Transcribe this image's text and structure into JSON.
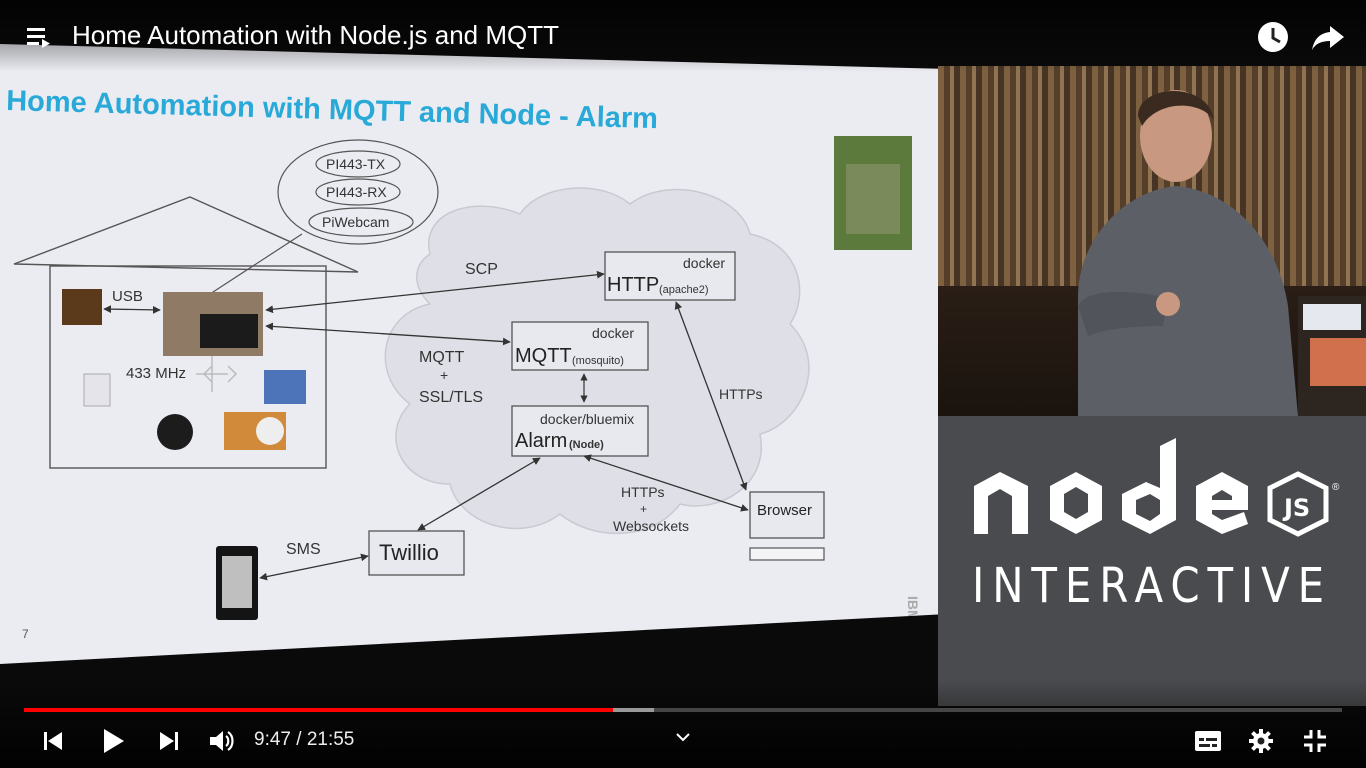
{
  "video": {
    "title": "Home Automation with Node.js and MQTT",
    "current_time": "9:47",
    "separator": " / ",
    "duration": "21:55",
    "progress_fraction": 0.447,
    "buffer_fraction": 0.478
  },
  "slide": {
    "heading": "Home Automation with MQTT and Node - Alarm",
    "page_number": "7",
    "vendor_mark": "IBM",
    "labels": {
      "pi_tx": "PI443-TX",
      "pi_rx": "PI443-RX",
      "pi_webcam": "PiWebcam",
      "usb": "USB",
      "mhz": "433 MHz",
      "scp": "SCP",
      "mqtt": "MQTT",
      "plus1": "+",
      "ssl": "SSL/TLS",
      "docker1": "docker",
      "http": "HTTP",
      "apache": "(apache2)",
      "docker2": "docker",
      "mqtt_box": "MQTT",
      "mosquito": "(mosquito)",
      "docker_bluemix": "docker/bluemix",
      "alarm": "Alarm",
      "node": "(Node)",
      "https1": "HTTPs",
      "https2": "HTTPs",
      "plus2": "+",
      "websockets": "Websockets",
      "browser": "Browser",
      "sms": "SMS",
      "twillio": "Twillio"
    }
  },
  "event_logo": {
    "word": "node",
    "js": "JS",
    "registered": "®",
    "tagline": "INTERACTIVE"
  },
  "colors": {
    "progress_played": "#ff0000",
    "slide_heading": "#29a9d8"
  }
}
